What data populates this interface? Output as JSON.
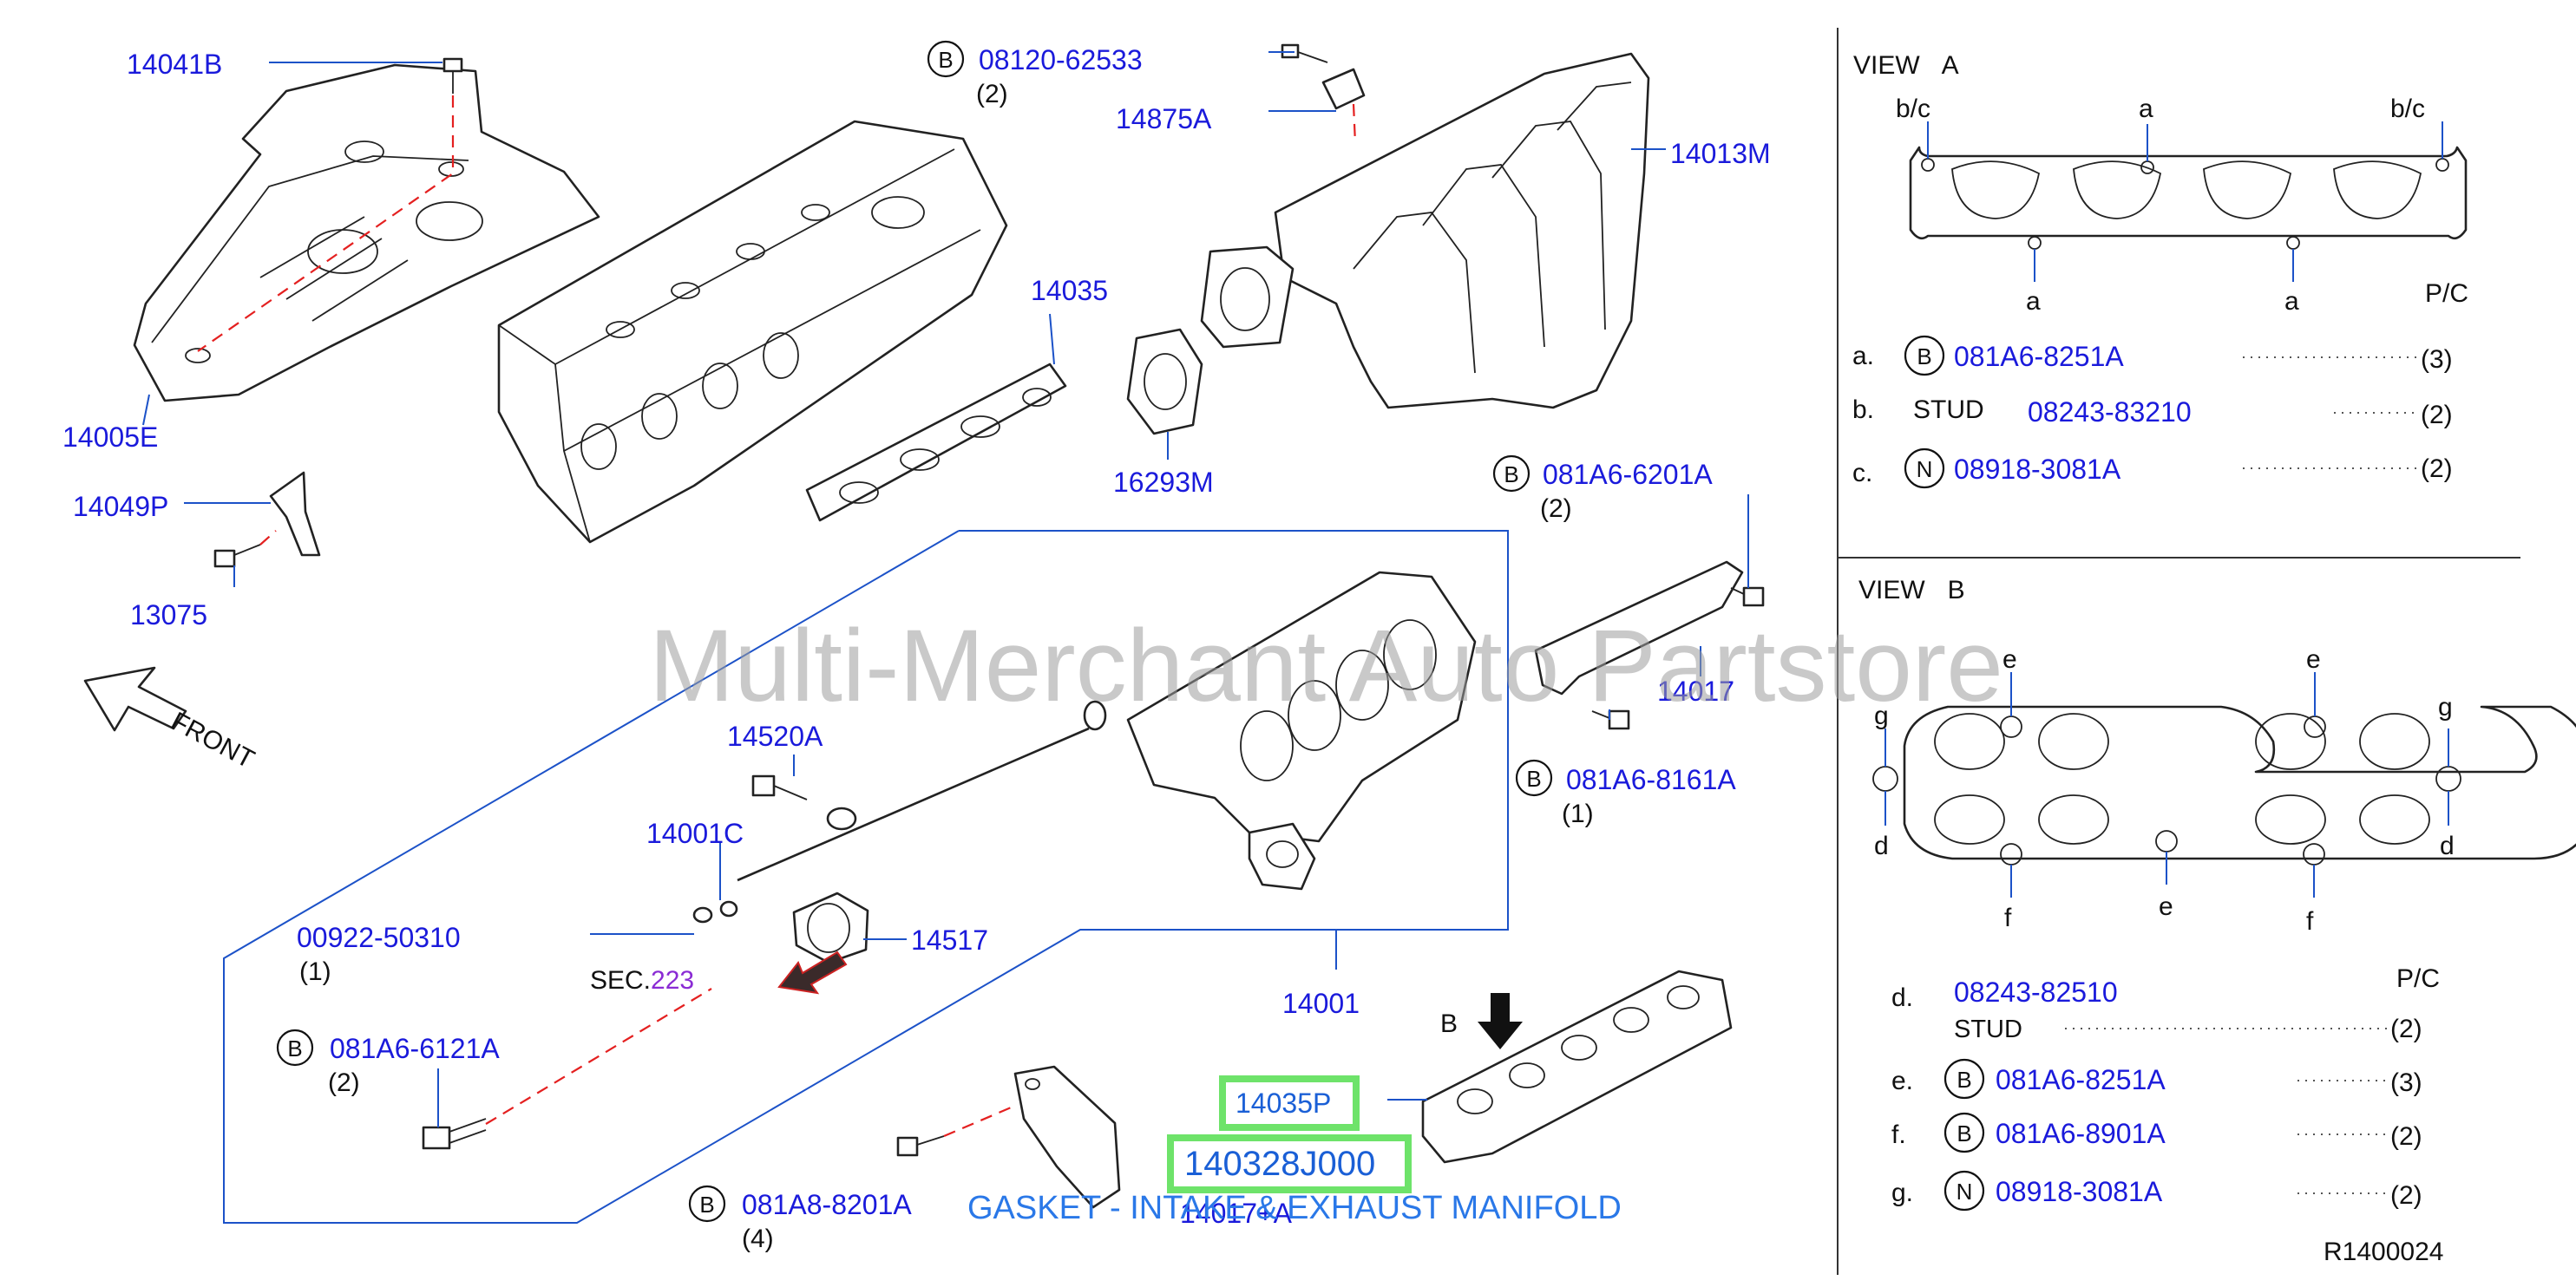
{
  "watermark": "Multi-Merchant Auto Partstore",
  "b_letter": "B",
  "n_letter": "N",
  "labels": {
    "p14041B": "14041B",
    "p14005E": "14005E",
    "p14049P": "14049P",
    "p13075": "13075",
    "front": "FRONT",
    "p0812062533": "08120-62533",
    "qty2a": "(2)",
    "p14875A": "14875A",
    "p14013M": "14013M",
    "p14035": "14035",
    "p16293M": "16293M",
    "p081A66201A": "081A6-6201A",
    "qty2b": "(2)",
    "p14017": "14017",
    "p081A68161A": "081A6-8161A",
    "qty1a": "(1)",
    "p14520A": "14520A",
    "p14001C": "14001C",
    "p0092250310": "00922-50310",
    "qty1b": "(1)",
    "p14517": "14517",
    "sec_prefix": "SEC.",
    "sec_num": "223",
    "p14001": "14001",
    "p081A66121A": "081A6-6121A",
    "qty2c": "(2)",
    "p081A88201A": "081A8-8201A",
    "qty4": "(4)",
    "p14017A": "14017+A",
    "view_b_arrow": "B",
    "p14035P": "14035P",
    "p140328J000": "140328J000",
    "caption": "GASKET - INTAKE & EXHAUST MANIFOLD"
  },
  "view_a": {
    "title_view": "VIEW",
    "title_letter": "A",
    "bc_left": "b/c",
    "a_top": "a",
    "bc_right": "b/c",
    "a_bottom_left": "a",
    "a_bottom_right": "a",
    "pc": "P/C",
    "rows": [
      {
        "key": "a.",
        "badge": "B",
        "part": "081A6-8251A",
        "qty": "(3)"
      },
      {
        "key": "b.",
        "prefix": "STUD",
        "part": "08243-83210",
        "qty": "(2)"
      },
      {
        "key": "c.",
        "badge": "N",
        "part": "08918-3081A",
        "qty": "(2)"
      }
    ]
  },
  "view_b": {
    "title_view": "VIEW",
    "title_letter": "B",
    "e_top_left": "e",
    "e_top_right": "e",
    "g_left": "g",
    "g_right": "g",
    "d_left": "d",
    "d_right": "d",
    "f_left": "f",
    "e_bottom": "e",
    "f_right": "f",
    "pc": "P/C",
    "rows": [
      {
        "key": "d.",
        "part": "08243-82510",
        "sub": "STUD",
        "qty": "(2)"
      },
      {
        "key": "e.",
        "badge": "B",
        "part": "081A6-8251A",
        "qty": "(3)"
      },
      {
        "key": "f.",
        "badge": "B",
        "part": "081A6-8901A",
        "qty": "(2)"
      },
      {
        "key": "g.",
        "badge": "N",
        "part": "08918-3081A",
        "qty": "(2)"
      }
    ]
  },
  "ref_code": "R1400024"
}
